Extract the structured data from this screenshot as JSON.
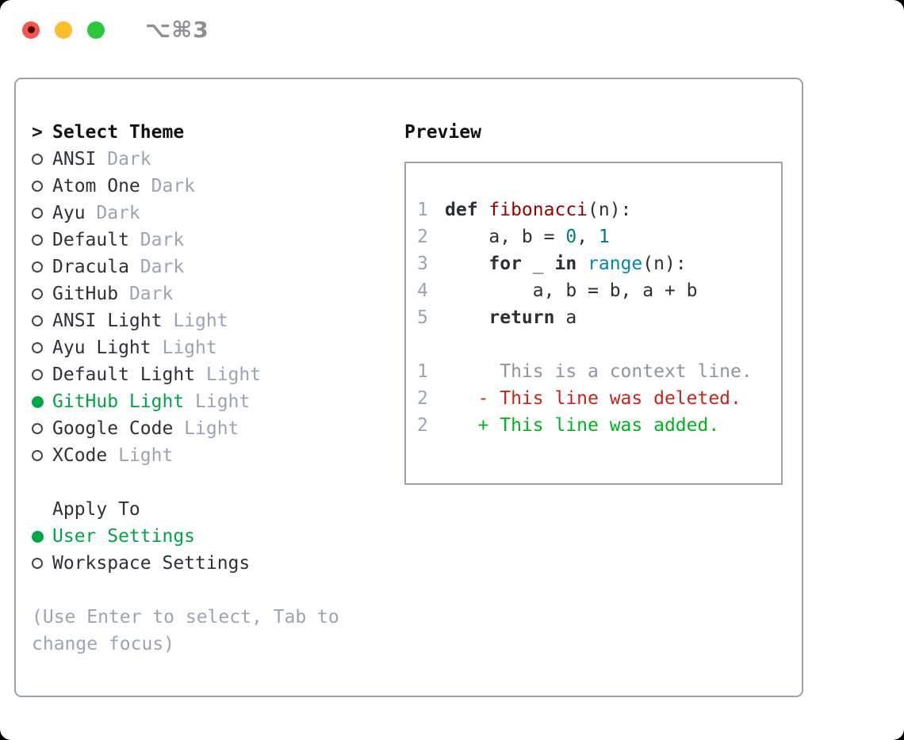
{
  "window": {
    "title": "⌥⌘3"
  },
  "theme_picker": {
    "prompt": ">",
    "header": "Select Theme",
    "themes": [
      {
        "name": "ANSI",
        "variant": "Dark",
        "selected": false
      },
      {
        "name": "Atom One",
        "variant": "Dark",
        "selected": false
      },
      {
        "name": "Ayu",
        "variant": "Dark",
        "selected": false
      },
      {
        "name": "Default",
        "variant": "Dark",
        "selected": false
      },
      {
        "name": "Dracula",
        "variant": "Dark",
        "selected": false
      },
      {
        "name": "GitHub",
        "variant": "Dark",
        "selected": false
      },
      {
        "name": "ANSI Light",
        "variant": "Light",
        "selected": false
      },
      {
        "name": "Ayu Light",
        "variant": "Light",
        "selected": false
      },
      {
        "name": "Default Light",
        "variant": "Light",
        "selected": false
      },
      {
        "name": "GitHub Light",
        "variant": "Light",
        "selected": true
      },
      {
        "name": "Google Code",
        "variant": "Light",
        "selected": false
      },
      {
        "name": "XCode",
        "variant": "Light",
        "selected": false
      }
    ]
  },
  "apply_to": {
    "header": "Apply To",
    "options": [
      {
        "label": "User Settings",
        "selected": true
      },
      {
        "label": "Workspace Settings",
        "selected": false
      }
    ]
  },
  "help_text": "(Use Enter to select, Tab to change focus)",
  "preview": {
    "header": "Preview",
    "code_lines": [
      {
        "n": "1",
        "segs": [
          {
            "t": "def ",
            "c": "kw"
          },
          {
            "t": "fibonacci",
            "c": "title"
          },
          {
            "t": "(n):",
            "c": "plain"
          }
        ]
      },
      {
        "n": "2",
        "segs": [
          {
            "t": "    a, b = ",
            "c": "plain"
          },
          {
            "t": "0",
            "c": "num"
          },
          {
            "t": ", ",
            "c": "plain"
          },
          {
            "t": "1",
            "c": "num"
          }
        ]
      },
      {
        "n": "3",
        "segs": [
          {
            "t": "    ",
            "c": "plain"
          },
          {
            "t": "for",
            "c": "kw"
          },
          {
            "t": " _ ",
            "c": "plain"
          },
          {
            "t": "in",
            "c": "kw"
          },
          {
            "t": " ",
            "c": "plain"
          },
          {
            "t": "range",
            "c": "builtin"
          },
          {
            "t": "(n):",
            "c": "plain"
          }
        ]
      },
      {
        "n": "4",
        "segs": [
          {
            "t": "        a, b = b, a + b",
            "c": "plain"
          }
        ]
      },
      {
        "n": "5",
        "segs": [
          {
            "t": "    ",
            "c": "plain"
          },
          {
            "t": "return",
            "c": "kw"
          },
          {
            "t": " a",
            "c": "plain"
          }
        ]
      }
    ],
    "diff_lines": [
      {
        "n": "1",
        "segs": [
          {
            "t": "     This is a context line.",
            "c": "ctx"
          }
        ]
      },
      {
        "n": "2",
        "segs": [
          {
            "t": "   - This line was deleted.",
            "c": "del"
          }
        ]
      },
      {
        "n": "2",
        "segs": [
          {
            "t": "   + This line was added.",
            "c": "add"
          }
        ]
      }
    ]
  },
  "colors": {
    "selection_green": "#00a546",
    "diff_added_green": "#00b41c",
    "diff_deleted_red": "#c6261a",
    "muted_gray": "#9aa4b2",
    "border_gray": "#9aa3ae",
    "syntax_title_red": "#990000",
    "syntax_number_teal": "#007c7c",
    "syntax_builtin_blue": "#0086b3",
    "traffic_red": "#f2564f",
    "traffic_yellow": "#fdbd2e",
    "traffic_green": "#2bc83e"
  }
}
